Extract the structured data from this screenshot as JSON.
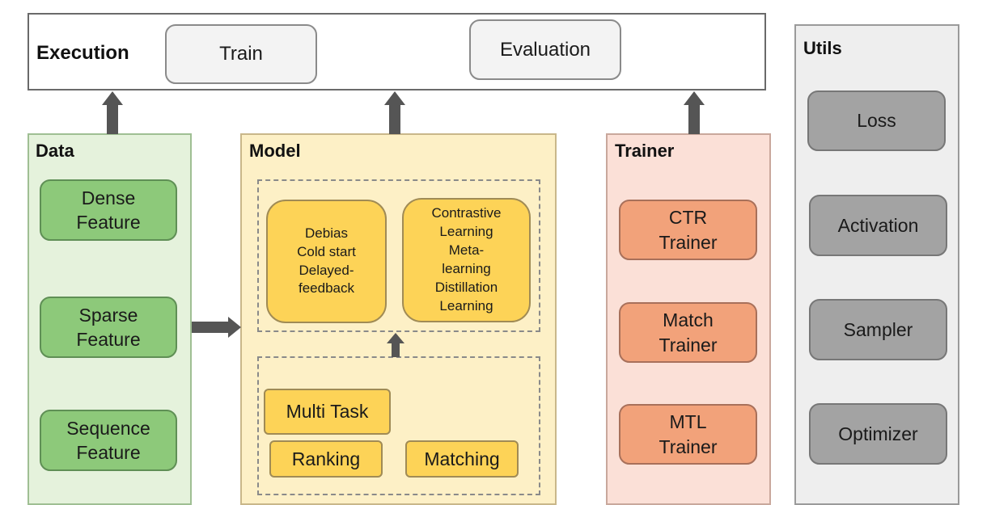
{
  "execution": {
    "title": "Execution",
    "train_label": "Train",
    "evaluation_label": "Evaluation"
  },
  "data_panel": {
    "title": "Data",
    "items": [
      "Dense\nFeature",
      "Sparse\nFeature",
      "Sequence\nFeature"
    ]
  },
  "model_panel": {
    "title": "Model",
    "top_boxes": [
      "Debias\nCold start\nDelayed-\nfeedback",
      "Contrastive\nLearning\nMeta-\nlearning\nDistillation\nLearning"
    ],
    "bottom_boxes": [
      "Multi Task",
      "Ranking",
      "Matching"
    ]
  },
  "trainer_panel": {
    "title": "Trainer",
    "items": [
      "CTR\nTrainer",
      "Match\nTrainer",
      "MTL\nTrainer"
    ]
  },
  "utils_panel": {
    "title": "Utils",
    "items": [
      "Loss",
      "Activation",
      "Sampler",
      "Optimizer"
    ]
  },
  "colors": {
    "data_bg": "#e5f2dc",
    "model_bg": "#fdf0c6",
    "trainer_bg": "#fbe0d7",
    "utils_bg": "#eeeeee",
    "arrow": "#555555"
  }
}
